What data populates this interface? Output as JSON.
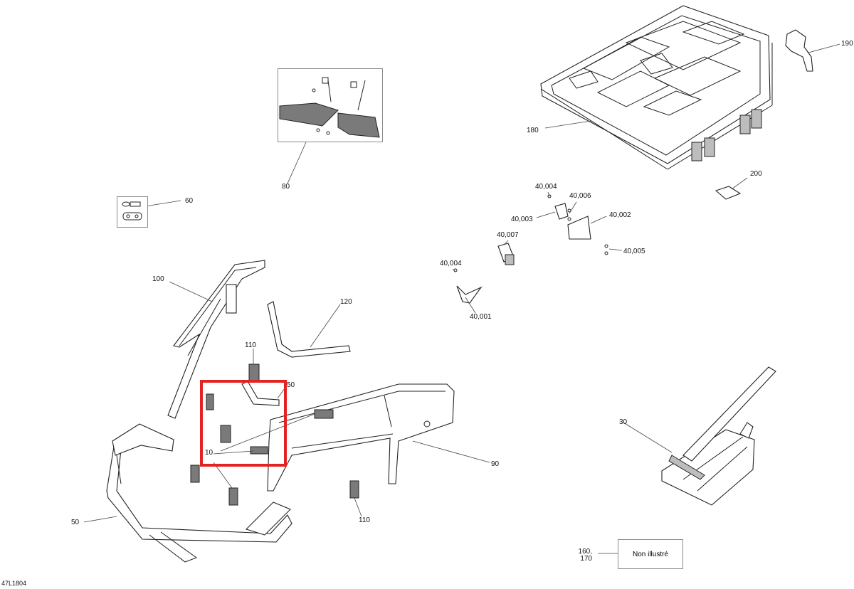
{
  "diagram_code": "47L1804",
  "note_label": "Non illustré",
  "callouts": {
    "c10": "10",
    "c30": "30",
    "c50_top": "50",
    "c50_bottom": "50",
    "c60": "60",
    "c80": "80",
    "c90": "90",
    "c100": "100",
    "c110_top": "110",
    "c110_bottom": "110",
    "c120": "120",
    "c160_170_a": "160,",
    "c160_170_b": "170",
    "c180": "180",
    "c190": "190",
    "c200": "200",
    "c40001": "40,001",
    "c40002": "40,002",
    "c40003": "40,003",
    "c40004_top": "40,004",
    "c40004_left": "40,004",
    "c40005": "40,005",
    "c40006": "40,006",
    "c40007": "40,007"
  },
  "highlight_color": "#e32222"
}
